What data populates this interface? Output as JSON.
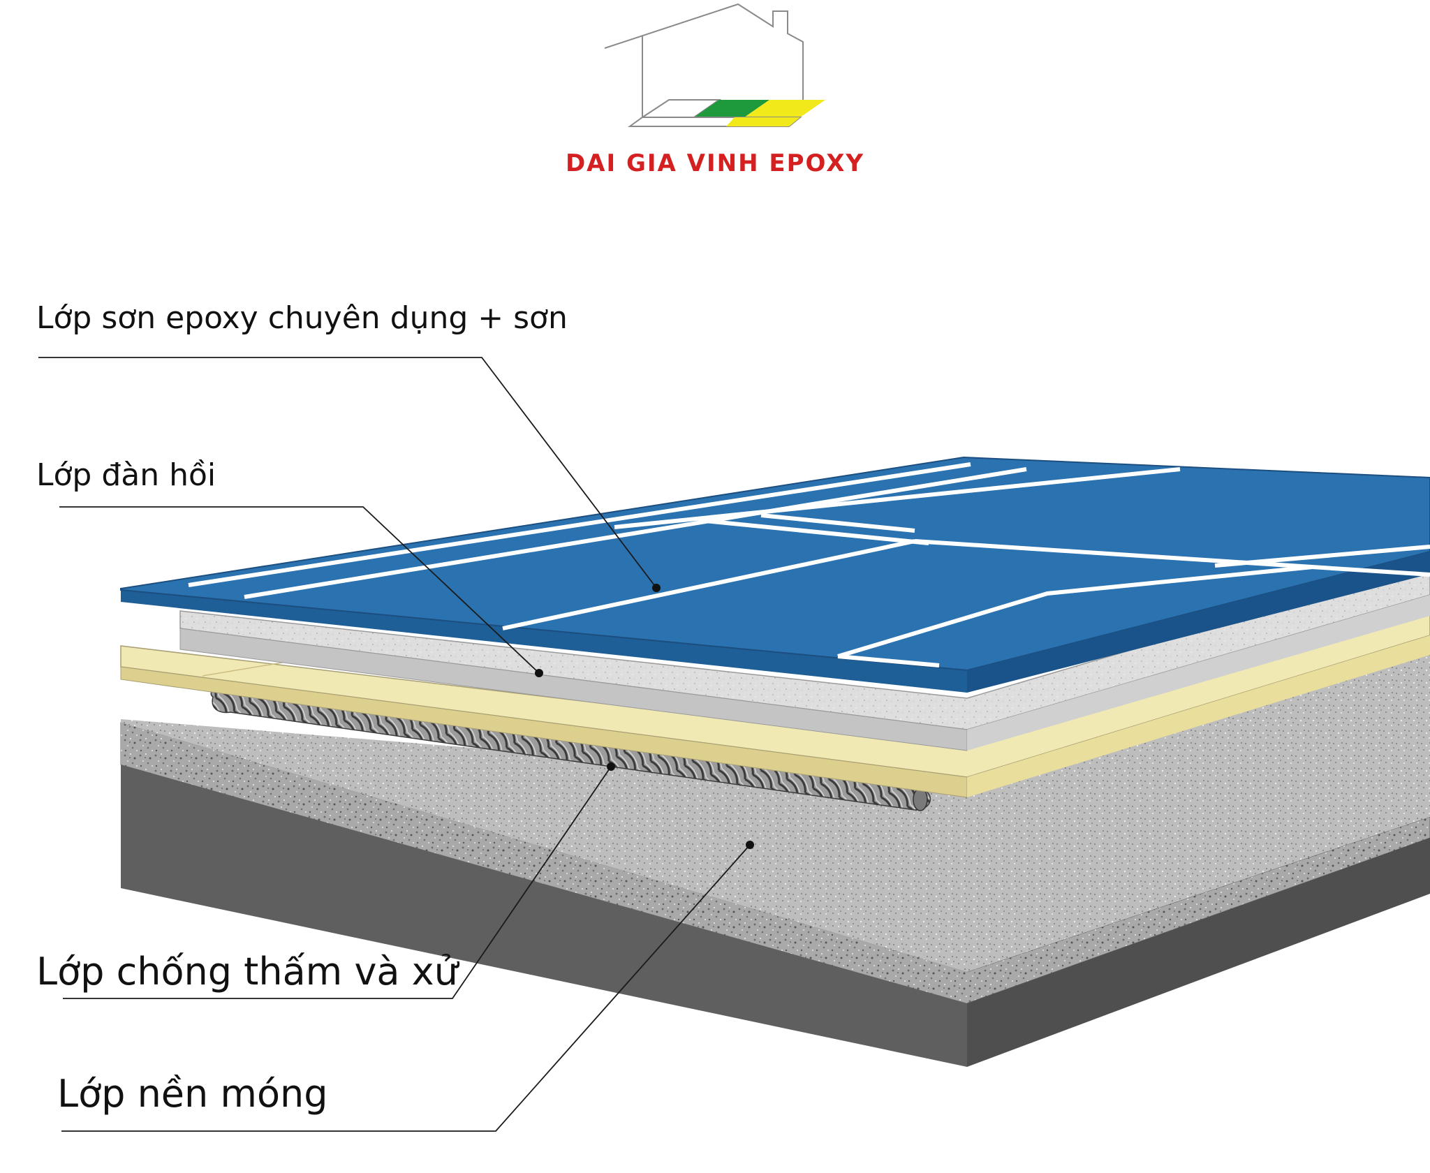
{
  "logo": {
    "brand_name": "DAI GIA VINH EPOXY",
    "colors": {
      "text": "#d42020",
      "green": "#1e9a3c",
      "yellow": "#f2e91a",
      "outline": "#8a8a8a"
    }
  },
  "layers": [
    {
      "id": "epoxy-surface",
      "label": "Lớp sơn epoxy chuyên dụng + sơn",
      "color": "#2a72b0"
    },
    {
      "id": "elastic",
      "label": "Lớp đàn hồi",
      "color": "#d6d6d6"
    },
    {
      "id": "waterproof",
      "label": "Lớp chống thấm và xử",
      "color": "#f1e9b4"
    },
    {
      "id": "foundation",
      "label": "Lớp nền móng",
      "color": "#5f5f5f"
    }
  ],
  "court": {
    "surface_color": "#2a72b0",
    "line_color": "#ffffff"
  }
}
